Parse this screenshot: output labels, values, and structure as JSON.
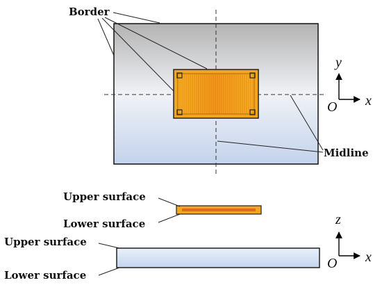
{
  "labels": {
    "border": "Border",
    "midline": "Midline",
    "upper_surface_top": "Upper surface",
    "lower_surface_top": "Lower surface",
    "upper_surface_bottom": "Upper surface",
    "lower_surface_bottom": "Lower surface"
  },
  "axes_top": {
    "vertical": "y",
    "horizontal": "x",
    "origin": "O"
  },
  "axes_bottom": {
    "vertical": "z",
    "horizontal": "x",
    "origin": "O"
  },
  "colors": {
    "plate_top": "#b4b4b4",
    "plate_mid": "#eef0f5",
    "plate_bottom": "#c4d4ec",
    "patch_fill": "#f3a31b",
    "patch_stripe": "#e4781a",
    "patch_border": "#222222"
  }
}
